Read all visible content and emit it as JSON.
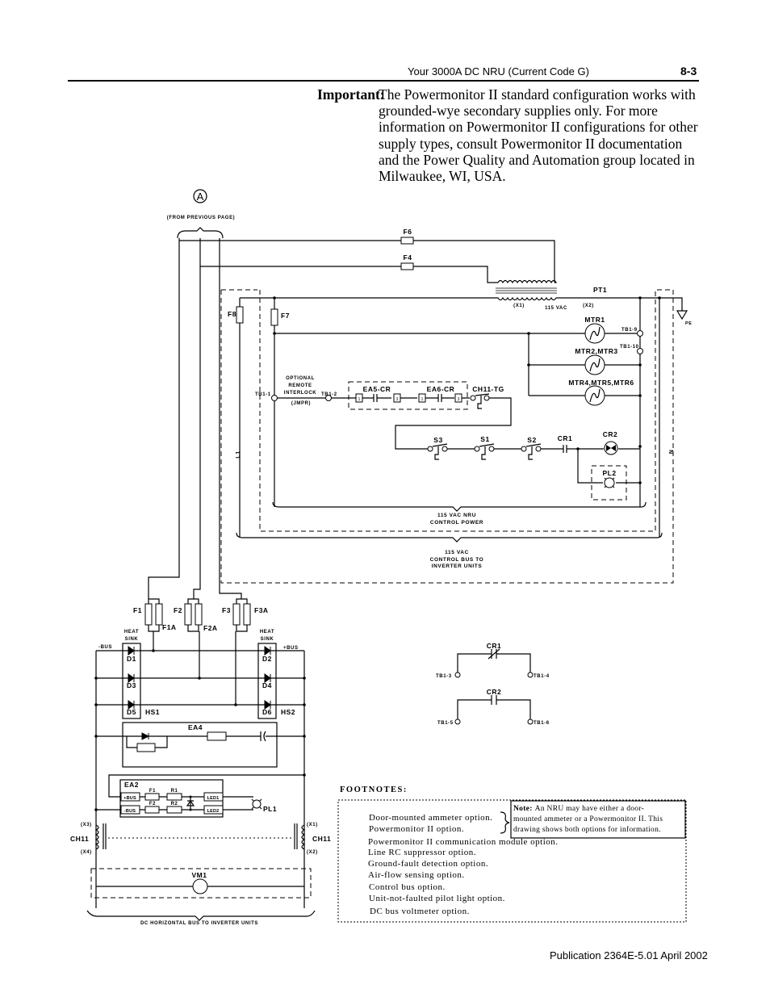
{
  "header": {
    "running_title": "Your 3000A DC NRU (Current Code G)",
    "page_number": "8-3"
  },
  "important": {
    "label": "Important:",
    "lines": [
      "The Powermonitor II standard configuration works with",
      "grounded-wye secondary supplies only.  For more",
      "information on Powermonitor II configurations for other",
      "supply types, consult Powermonitor II documentation",
      "and the Power Quality and Automation group located in",
      "Milwaukee, WI, USA."
    ]
  },
  "diagram": {
    "connector": "A",
    "from_previous": "(FROM PREVIOUS PAGE)",
    "F6": "F6",
    "F4": "F4",
    "PT1": "PT1",
    "X1": "(X1)",
    "X2": "(X2)",
    "pt_voltage": "115 VAC",
    "F8": "F8",
    "F7": "F7",
    "PE": "PE",
    "MTR1": "MTR1",
    "MTR23": "MTR2,MTR3",
    "MTR456": "MTR4,MTR5,MTR6",
    "TB1_9": "TB1-9",
    "TB1_10": "TB1-10",
    "interlock": [
      "OPTIONAL",
      "REMOTE",
      "INTERLOCK"
    ],
    "jmpr": "(JMPR)",
    "TB1_1": "TB1-1",
    "TB1_2": "TB1-2",
    "EA5": "EA5-CR",
    "EA6": "EA6-CR",
    "pin1": "1",
    "pin3": "3",
    "CH11TG": "CH11-TG",
    "S3": "S3",
    "S1": "S1",
    "S2": "S2",
    "CR1": "CR1",
    "CR2": "CR2",
    "PL2": "PL2",
    "L1": "L1",
    "N": "N",
    "nru_power": [
      "115 VAC NRU",
      "CONTROL POWER"
    ],
    "control_bus": [
      "115 VAC",
      "CONTROL BUS TO",
      "INVERTER UNITS"
    ],
    "F1": "F1",
    "F1A": "F1A",
    "F2": "F2",
    "F2A": "F2A",
    "F3": "F3",
    "F3A": "F3A",
    "heat_sink": [
      "HEAT",
      "SINK"
    ],
    "neg_bus": "-BUS",
    "pos_bus": "+BUS",
    "D1": "D1",
    "D2": "D2",
    "D3": "D3",
    "D4": "D4",
    "D5": "D5",
    "D6": "D6",
    "HS1": "HS1",
    "HS2": "HS2",
    "EA4": "EA4",
    "EA2": "EA2",
    "ea2_pos": "+BUS",
    "ea2_neg": "-BUS",
    "ea2_F1": "F1",
    "ea2_F2": "F2",
    "R1": "R1",
    "R2": "R2",
    "LED1": "LED1",
    "LED2": "LED2",
    "PL1": "PL1",
    "CH11": "CH11",
    "X3": "(X3)",
    "X4": "(X4)",
    "VM1": "VM1",
    "dc_bus": "DC HORIZONTAL BUS TO INVERTER UNITS",
    "TB1_3": "TB1-3",
    "TB1_4": "TB1-4",
    "TB1_5": "TB1-5",
    "TB1_6": "TB1-6"
  },
  "footnotes": {
    "title": "FOOTNOTES:",
    "note_label": "Note:",
    "note_lines": [
      "An NRU may have either a door-",
      "mounted ammeter or a Powermonitor II.  This",
      "drawing shows both options for information."
    ],
    "items": [
      "Door-mounted ammeter option.",
      "Powermonitor II option.",
      "Powermonitor II communication module option.",
      "Line RC suppressor option.",
      "Ground-fault detection option.",
      "Air-flow sensing option.",
      "Control bus option.",
      "Unit-not-faulted pilot light option.",
      "DC bus voltmeter option."
    ]
  },
  "footer": {
    "publication": "Publication 2364E-5.01 April 2002"
  }
}
